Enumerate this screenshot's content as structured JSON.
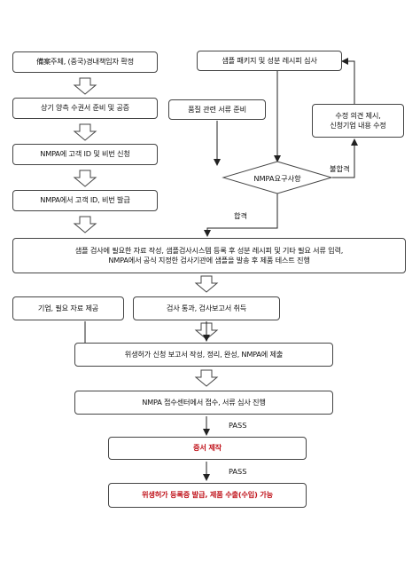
{
  "steps": {
    "s1": "備案주체, (중국)경내책임자 확정",
    "s2": "상기 양측 수권서 준비 및 공증",
    "s3": "NMPA에 고객 ID 및 비번 신청",
    "s4": "NMPA에서 고객 ID, 비번 발급",
    "r1": "샘플 패키지 및 성분 레시피 심사",
    "r2": "품질 관련 서류 준비",
    "r3_line1": "수정 의견 제시,",
    "r3_line2": "신청기업 내용 수정",
    "decision": "NMPA요구사항",
    "s5_line1": "샘플 검사에 필요한 자료 작성, 샘플검사시스템 등록 후 성분 레시피 및 기타 필요 서류 입력,",
    "s5_line2": "NMPA에서 공식 지정한 검사기관에 샘플을 발송 후 제품 테스트 진행",
    "s6a": "기업, 필요 자료 제공",
    "s6b": "검사 통과, 검사보고서 취득",
    "s7": "위생허가 신청 보고서 작성, 정리, 완성,  NMPA에 제출",
    "s8": "NMPA 접수센터에서 접수, 서류 심사 진행",
    "s9": "증서 제작",
    "s10": "위생허가 등록증 발급,  제품 수출(수입) 가능"
  },
  "labels": {
    "fail": "불합격",
    "pass_kr": "합격",
    "pass1": "PASS",
    "pass2": "PASS"
  }
}
